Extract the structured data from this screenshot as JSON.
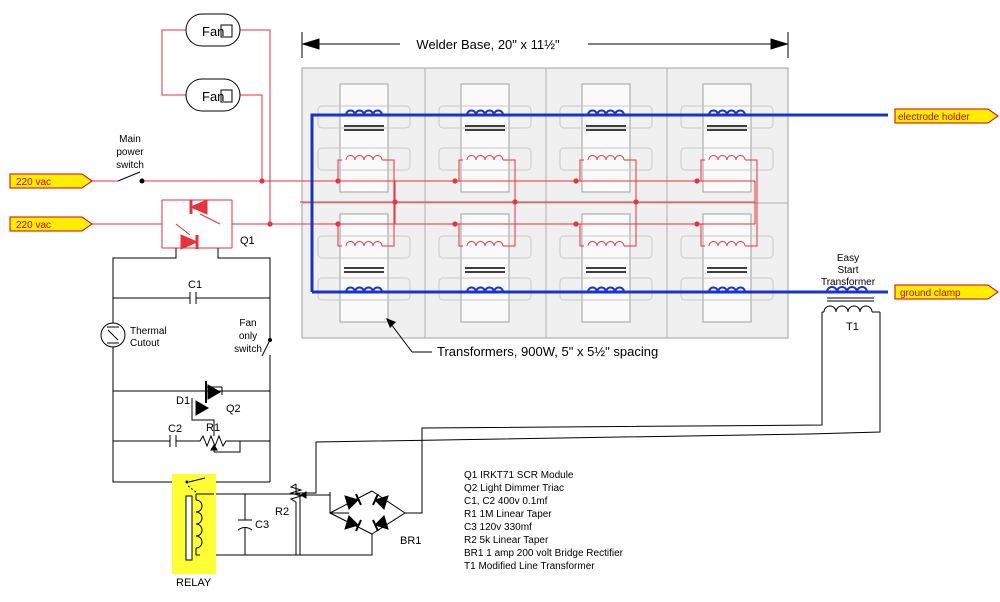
{
  "colors": {
    "red_wire": "#e8323c",
    "blue_wire": "#1a33cc",
    "black_wire": "#000000",
    "connector_fill": "#ffee00",
    "connector_stroke": "#d00000",
    "relay_highlight": "#ffff33",
    "base_fill": "#f0f0f0",
    "base_stroke": "#a0a0a0",
    "core_fill": "#fafafa"
  },
  "terminals": {
    "input1": "220 vac",
    "input2": "220 vac",
    "electrode": "electrode holder",
    "ground": "ground clamp"
  },
  "labels": {
    "fan": "Fan",
    "main_switch": [
      "Main",
      "power",
      "switch"
    ],
    "welder_base": "Welder Base, 20\" x 11½\"",
    "transformers": "Transformers, 900W, 5\" x 5½\" spacing",
    "easy_start": [
      "Easy",
      "Start",
      "Transformer"
    ],
    "t1": "T1",
    "q1": "Q1",
    "c1": "C1",
    "thermal": [
      "Thermal",
      "Cutout"
    ],
    "fan_switch": [
      "Fan",
      "only",
      "switch"
    ],
    "d1": "D1",
    "q2": "Q2",
    "r1": "R1",
    "c2": "C2",
    "r2": "R2",
    "c3": "C3",
    "br1": "BR1",
    "relay": "RELAY"
  },
  "parts_list": [
    "Q1 IRKT71 SCR Module",
    "Q2 Light Dimmer Triac",
    "C1, C2 400v 0.1mf",
    "R1 1M Linear Taper",
    "C3 120v 330mf",
    "R2 5k Linear Taper",
    "BR1  1 amp 200 volt Bridge Rectifier",
    "T1 Modified Line Transformer"
  ]
}
